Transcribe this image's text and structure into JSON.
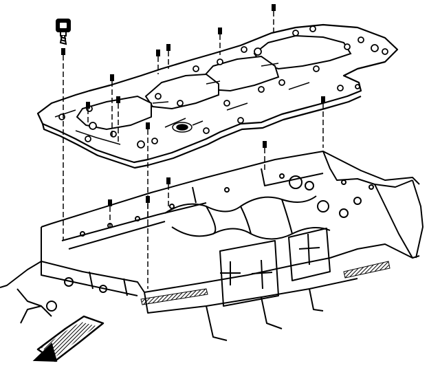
{
  "figure": {
    "background": "#ffffff",
    "line_color": "#000000",
    "parts": [
      {
        "key": "bolt",
        "icon": "bolt-icon"
      },
      {
        "key": "plate",
        "icon": "bedplate-icon"
      },
      {
        "key": "block",
        "icon": "engine-block-icon"
      },
      {
        "key": "arrow",
        "icon": "front-arrow-icon"
      }
    ],
    "plate_bolt_count": 14
  }
}
